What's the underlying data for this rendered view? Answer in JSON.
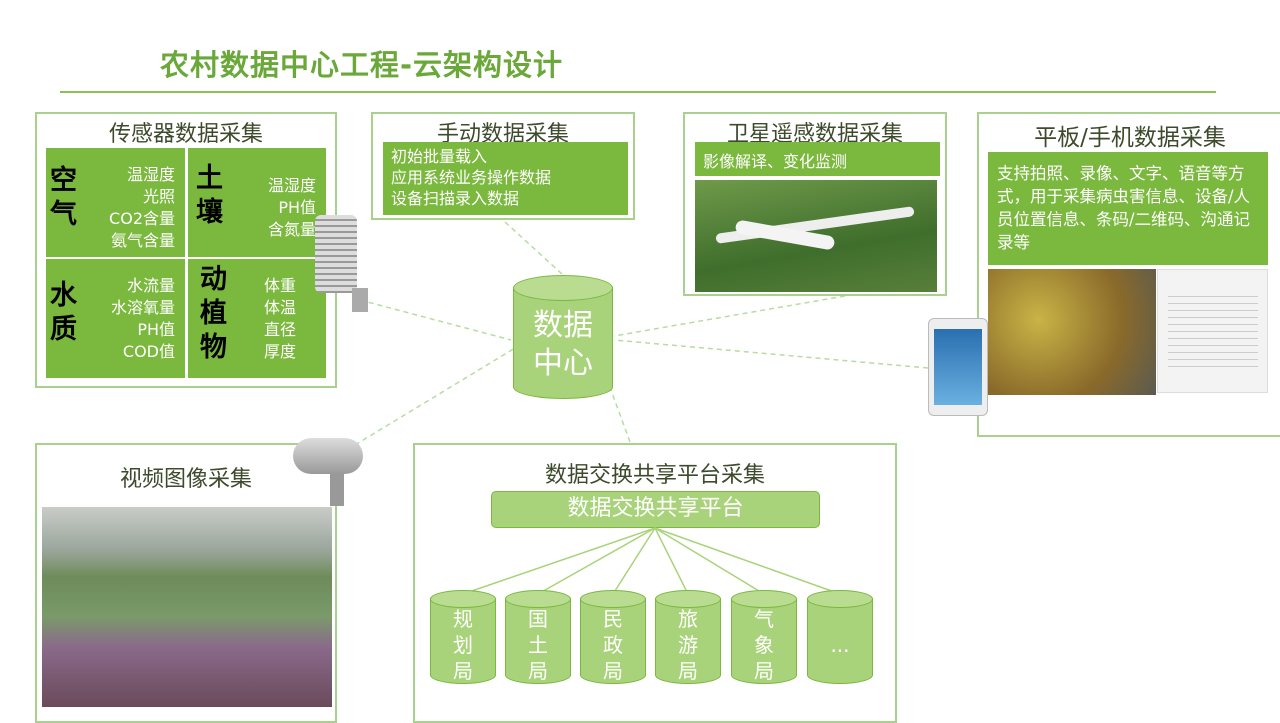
{
  "title": "农村数据中心工程-云架构设计",
  "center": {
    "line1": "数据",
    "line2": "中心"
  },
  "sensor": {
    "title": "传感器数据采集",
    "cells": [
      {
        "head": [
          "空",
          "气"
        ],
        "items": [
          "温湿度",
          "光照",
          "CO2含量",
          "氨气含量"
        ]
      },
      {
        "head": [
          "土",
          "壤"
        ],
        "items": [
          "温湿度",
          "PH值",
          "含氮量"
        ]
      },
      {
        "head": [
          "水",
          "质"
        ],
        "items": [
          "水流量",
          "水溶氧量",
          "PH值",
          "COD值"
        ]
      },
      {
        "head": [
          "动",
          "植",
          "物"
        ],
        "items": [
          "体重",
          "体温",
          "直径",
          "厚度"
        ]
      }
    ]
  },
  "manual": {
    "title": "手动数据采集",
    "items": [
      "初始批量载入",
      "应用系统业务操作数据",
      "设备扫描录入数据"
    ]
  },
  "satellite": {
    "title": "卫星遥感数据采集",
    "desc": "影像解译、变化监测"
  },
  "mobile": {
    "title": "平板/手机数据采集",
    "desc": "支持拍照、录像、文字、语音等方式，用于采集病虫害信息、设备/人员位置信息、条码/二维码、沟通记录等"
  },
  "video": {
    "title": "视频图像采集"
  },
  "exchange": {
    "title": "数据交换共享平台采集",
    "platform": "数据交换共享平台",
    "bureaus": [
      [
        "规",
        "划",
        "局"
      ],
      [
        "国",
        "土",
        "局"
      ],
      [
        "民",
        "政",
        "局"
      ],
      [
        "旅",
        "游",
        "局"
      ],
      [
        "气",
        "象",
        "局"
      ],
      [
        "..."
      ]
    ]
  },
  "colors": {
    "accent": "#7ab83e",
    "title": "#6aa83a",
    "border": "#a9d18e"
  }
}
